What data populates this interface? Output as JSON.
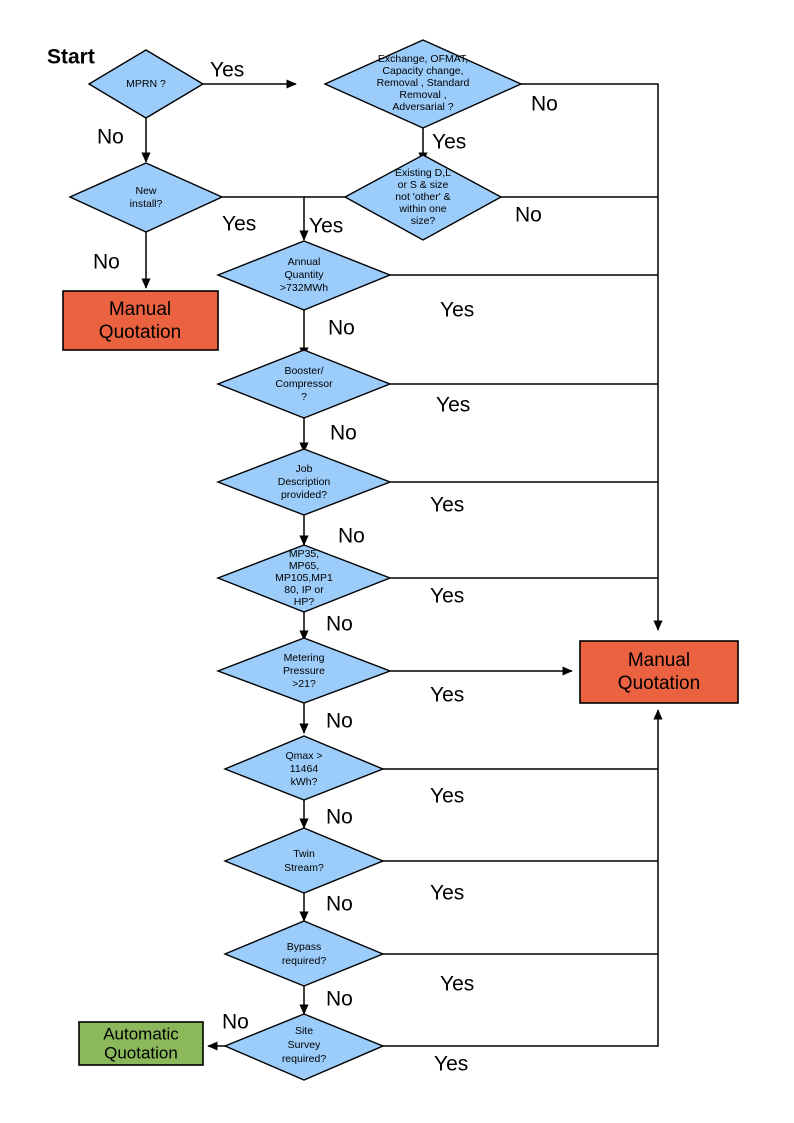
{
  "diagram": {
    "title_label": "Start",
    "colors": {
      "decision_fill": "#9bccfa",
      "manual_fill": "#eb6240",
      "automatic_fill": "#8cb85c",
      "stroke": "#000000",
      "background": "#ffffff"
    },
    "nodes": [
      {
        "id": "mprn",
        "type": "decision",
        "lines": [
          "MPRN ?"
        ]
      },
      {
        "id": "exchange",
        "type": "decision",
        "lines": [
          "Exchange, OFMAT,",
          "Capacity change,",
          "Removal , Standard",
          "Removal ,",
          "Adversarial ?"
        ]
      },
      {
        "id": "new-install",
        "type": "decision",
        "lines": [
          "New",
          "install?"
        ]
      },
      {
        "id": "existing-dls",
        "type": "decision",
        "lines": [
          "Existing D,L",
          "or S & size",
          "not 'other' &",
          "within one",
          "size?"
        ]
      },
      {
        "id": "annual-quantity",
        "type": "decision",
        "lines": [
          "Annual",
          "Quantity",
          ">732MWh"
        ]
      },
      {
        "id": "booster",
        "type": "decision",
        "lines": [
          "Booster/",
          "Compressor",
          "?"
        ]
      },
      {
        "id": "job-description",
        "type": "decision",
        "lines": [
          "Job",
          "Description",
          "provided?"
        ]
      },
      {
        "id": "mp-types",
        "type": "decision",
        "lines": [
          "MP35,",
          "MP65,",
          "MP105,MP1",
          "80, IP or",
          "HP?"
        ]
      },
      {
        "id": "metering-pressure",
        "type": "decision",
        "lines": [
          "Metering",
          "Pressure",
          ">21?"
        ]
      },
      {
        "id": "qmax",
        "type": "decision",
        "lines": [
          "Qmax >",
          "11464",
          "kWh?"
        ]
      },
      {
        "id": "twin-stream",
        "type": "decision",
        "lines": [
          "Twin",
          "Stream?"
        ]
      },
      {
        "id": "bypass",
        "type": "decision",
        "lines": [
          "Bypass",
          "required?"
        ]
      },
      {
        "id": "site-survey",
        "type": "decision",
        "lines": [
          "Site",
          "Survey",
          "required?"
        ]
      },
      {
        "id": "manual-quotation-left",
        "type": "terminal-manual",
        "lines": [
          "Manual",
          "Quotation"
        ]
      },
      {
        "id": "manual-quotation-right",
        "type": "terminal-manual",
        "lines": [
          "Manual",
          "Quotation"
        ]
      },
      {
        "id": "automatic-quotation",
        "type": "terminal-automatic",
        "lines": [
          "Automatic",
          "Quotation"
        ]
      }
    ],
    "edge_labels": [
      {
        "id": "mprn-yes",
        "text": "Yes"
      },
      {
        "id": "mprn-no",
        "text": "No"
      },
      {
        "id": "exchange-no",
        "text": "No"
      },
      {
        "id": "exchange-yes",
        "text": "Yes"
      },
      {
        "id": "new-install-yes",
        "text": "Yes"
      },
      {
        "id": "new-install-no",
        "text": "No"
      },
      {
        "id": "existing-dls-no",
        "text": "No"
      },
      {
        "id": "existing-dls-yes",
        "text": "Yes"
      },
      {
        "id": "annual-quantity-yes",
        "text": "Yes"
      },
      {
        "id": "annual-quantity-no",
        "text": "No"
      },
      {
        "id": "booster-yes",
        "text": "Yes"
      },
      {
        "id": "booster-no",
        "text": "No"
      },
      {
        "id": "job-description-yes",
        "text": "Yes"
      },
      {
        "id": "job-description-no",
        "text": "No"
      },
      {
        "id": "mp-types-yes",
        "text": "Yes"
      },
      {
        "id": "mp-types-no",
        "text": "No"
      },
      {
        "id": "metering-pressure-yes",
        "text": "Yes"
      },
      {
        "id": "metering-pressure-no",
        "text": "No"
      },
      {
        "id": "qmax-yes",
        "text": "Yes"
      },
      {
        "id": "qmax-no",
        "text": "No"
      },
      {
        "id": "twin-stream-yes",
        "text": "Yes"
      },
      {
        "id": "twin-stream-no",
        "text": "No"
      },
      {
        "id": "bypass-yes",
        "text": "Yes"
      },
      {
        "id": "bypass-no",
        "text": "No"
      },
      {
        "id": "site-survey-yes",
        "text": "Yes"
      },
      {
        "id": "site-survey-no",
        "text": "No"
      }
    ]
  }
}
